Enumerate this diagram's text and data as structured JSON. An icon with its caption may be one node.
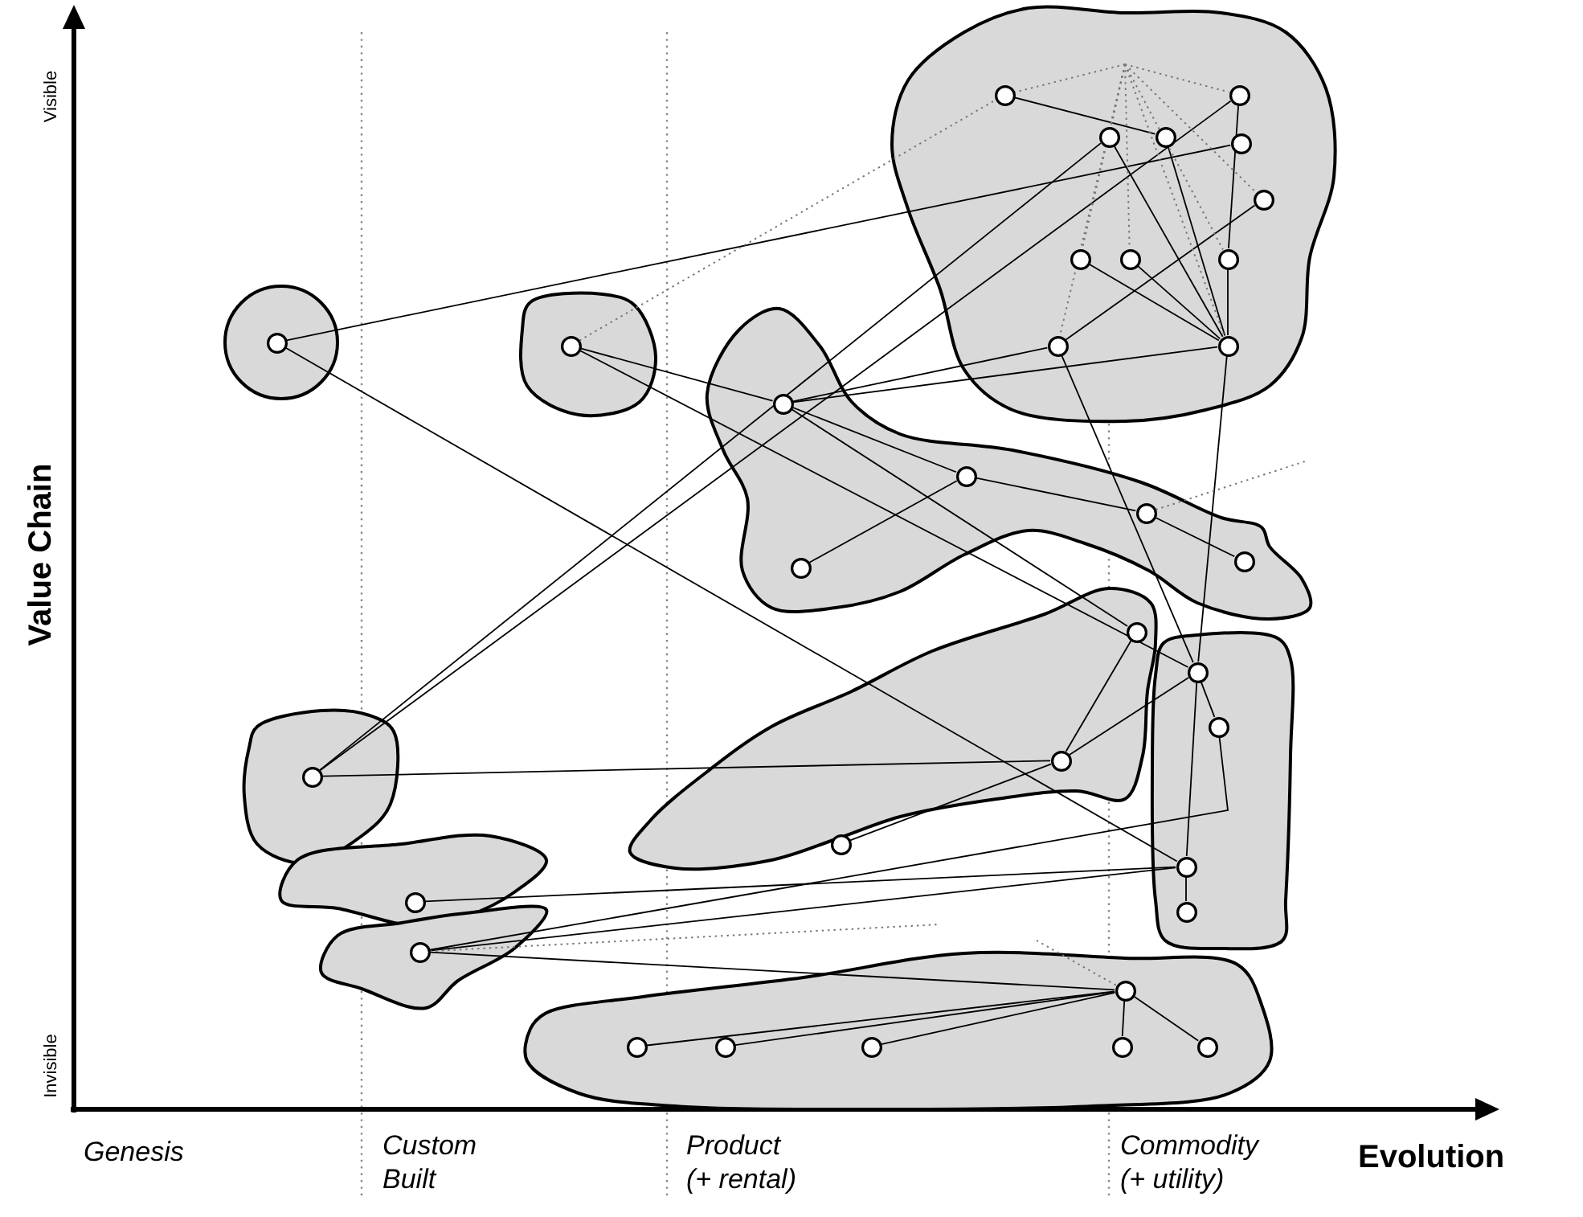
{
  "diagram": {
    "nodes": [
      {
        "text": [],
        "shape": "blob"
      },
      {
        "text": [],
        "shape": "circle",
        "in": 0
      },
      {
        "text": [],
        "shape": "circle",
        "in": 0
      },
      {
        "text": [],
        "shape": "circle",
        "in": 0
      },
      {
        "text": [],
        "shape": "circle",
        "in": 0
      },
      {
        "text": [],
        "shape": "circle",
        "in": 0
      },
      {
        "text": [],
        "shape": "circle",
        "in": 0
      },
      {
        "text": [],
        "shape": "circle",
        "in": 0
      },
      {
        "text": [],
        "shape": "circle",
        "in": 0
      },
      {
        "text": [],
        "shape": "circle",
        "in": 0
      },
      {
        "text": [],
        "shape": "circle",
        "in": 0
      },
      {
        "text": [],
        "shape": "circle",
        "in": 0
      },
      {
        "text": [],
        "shape": "circle"
      },
      {
        "text": [],
        "shape": "circle",
        "in": 12
      },
      {
        "text": [],
        "shape": "blob"
      },
      {
        "text": [],
        "shape": "circle",
        "in": 14
      },
      {
        "text": [],
        "shape": "blob"
      },
      {
        "text": [],
        "shape": "circle",
        "in": 16
      },
      {
        "text": [],
        "shape": "circle",
        "in": 16
      },
      {
        "text": [],
        "shape": "circle",
        "in": 16
      },
      {
        "text": [],
        "shape": "circle",
        "in": 16
      },
      {
        "text": [],
        "shape": "circle",
        "in": 16
      },
      {
        "text": [],
        "shape": "blob"
      },
      {
        "text": [],
        "shape": "circle",
        "in": 22
      },
      {
        "text": [],
        "shape": "circle",
        "in": 22
      },
      {
        "text": [],
        "shape": "circle",
        "in": 22
      },
      {
        "text": [],
        "shape": "blob"
      },
      {
        "text": [],
        "shape": "circle",
        "in": 26
      },
      {
        "text": [],
        "shape": "circle",
        "in": 26
      },
      {
        "text": [],
        "shape": "circle",
        "in": 26
      },
      {
        "text": [],
        "shape": "circle",
        "in": 26
      },
      {
        "text": [],
        "shape": "blob"
      },
      {
        "text": [],
        "shape": "circle",
        "in": 31
      },
      {
        "text": [],
        "shape": "blob"
      },
      {
        "text": [],
        "shape": "circle",
        "in": 33
      },
      {
        "text": [],
        "shape": "blob"
      },
      {
        "text": [],
        "shape": "circle",
        "in": 35
      },
      {
        "text": [],
        "shape": "blob"
      },
      {
        "text": [],
        "shape": "circle",
        "in": 37
      },
      {
        "text": [],
        "shape": "circle",
        "in": 37
      },
      {
        "text": [],
        "shape": "circle",
        "in": 37
      },
      {
        "text": [],
        "shape": "circle",
        "in": 37
      },
      {
        "text": [],
        "shape": "circle",
        "in": 37
      },
      {
        "text": [],
        "shape": "circle",
        "in": 37
      }
    ],
    "edges": [
      {
        "from": 13,
        "to": 5,
        "arrow": "none"
      },
      {
        "from": 13,
        "to": 29,
        "arrow": "none"
      },
      {
        "from": 15,
        "to": 17,
        "arrow": "none"
      },
      {
        "from": 15,
        "to": 27,
        "arrow": "none"
      },
      {
        "from": 17,
        "to": 18,
        "arrow": "none"
      },
      {
        "from": 18,
        "to": 19,
        "arrow": "none"
      },
      {
        "from": 19,
        "to": 20,
        "arrow": "none"
      },
      {
        "from": 18,
        "to": 21,
        "arrow": "none"
      },
      {
        "from": 17,
        "to": 23,
        "arrow": "none"
      },
      {
        "from": 17,
        "to": 10,
        "arrow": "none"
      },
      {
        "from": 17,
        "to": 11,
        "arrow": "none"
      },
      {
        "from": 10,
        "to": 6,
        "arrow": "none"
      },
      {
        "from": 10,
        "to": 27,
        "arrow": "none"
      },
      {
        "from": 11,
        "to": 27,
        "arrow": "none"
      },
      {
        "from": 1,
        "to": 4,
        "arrow": "none"
      },
      {
        "from": 3,
        "to": 11,
        "arrow": "none"
      },
      {
        "from": 4,
        "to": 11,
        "arrow": "none"
      },
      {
        "from": 7,
        "to": 11,
        "arrow": "none"
      },
      {
        "from": 8,
        "to": 11,
        "arrow": "none"
      },
      {
        "from": 2,
        "to": 9,
        "arrow": "none"
      },
      {
        "from": 9,
        "to": 11,
        "arrow": "none"
      },
      {
        "from": 32,
        "to": 3,
        "arrow": "none"
      },
      {
        "from": 32,
        "to": 2,
        "arrow": "none"
      },
      {
        "from": 32,
        "to": 24,
        "arrow": "none"
      },
      {
        "from": 24,
        "to": 23,
        "arrow": "none"
      },
      {
        "from": 24,
        "to": 27,
        "arrow": "none"
      },
      {
        "from": 24,
        "to": 25,
        "arrow": "none"
      },
      {
        "from": 27,
        "to": 28,
        "arrow": "none"
      },
      {
        "from": 27,
        "to": 29,
        "arrow": "none"
      },
      {
        "from": 28,
        "to": 36,
        "arrow": "none"
      },
      {
        "from": 29,
        "to": 30,
        "arrow": "none"
      },
      {
        "from": 29,
        "to": 34,
        "arrow": "none"
      },
      {
        "from": 29,
        "to": 36,
        "arrow": "none"
      },
      {
        "from": 36,
        "to": 38,
        "arrow": "none"
      },
      {
        "from": 38,
        "to": 39,
        "arrow": "none"
      },
      {
        "from": 38,
        "to": 40,
        "arrow": "none"
      },
      {
        "from": 38,
        "to": 41,
        "arrow": "none"
      },
      {
        "from": 38,
        "to": 42,
        "arrow": "none"
      },
      {
        "from": 38,
        "to": 43,
        "arrow": "none"
      },
      {
        "from": 15,
        "to": 1,
        "arrow": "none",
        "style": "dashed",
        "color": "#777777"
      },
      {
        "from": null,
        "to": 1,
        "arrow": "none",
        "style": "dashed",
        "color": "#777777"
      },
      {
        "from": null,
        "to": 3,
        "arrow": "none",
        "style": "dashed",
        "color": "#777777"
      },
      {
        "from": null,
        "to": 7,
        "arrow": "none",
        "style": "dashed",
        "color": "#777777"
      },
      {
        "from": null,
        "to": 8,
        "arrow": "none",
        "style": "dashed",
        "color": "#777777"
      },
      {
        "from": null,
        "to": 10,
        "arrow": "none",
        "style": "dashed",
        "color": "#777777"
      },
      {
        "from": null,
        "to": 9,
        "arrow": "none",
        "style": "dashed",
        "color": "#777777"
      },
      {
        "from": null,
        "to": 11,
        "arrow": "none",
        "style": "dashed",
        "color": "#777777"
      },
      {
        "from": null,
        "to": 6,
        "arrow": "none",
        "style": "dashed",
        "color": "#777777"
      },
      {
        "from": null,
        "to": 2,
        "arrow": "none",
        "style": "dashed",
        "color": "#777777"
      },
      {
        "from": 19,
        "to": null,
        "arrow": "none",
        "style": "dashed",
        "color": "#777777"
      },
      {
        "from": 36,
        "to": null,
        "arrow": "none",
        "style": "dashed",
        "color": "#777777"
      },
      {
        "from": 38,
        "to": null,
        "arrow": "none",
        "style": "dashed",
        "color": "#777777"
      }
    ],
    "labels": [
      "Visible",
      "Value Chain",
      "Invisible",
      "Genesis",
      "Custom Built",
      "Product (+ rental)",
      "Commodity (+ utility)",
      "Evolution"
    ]
  }
}
